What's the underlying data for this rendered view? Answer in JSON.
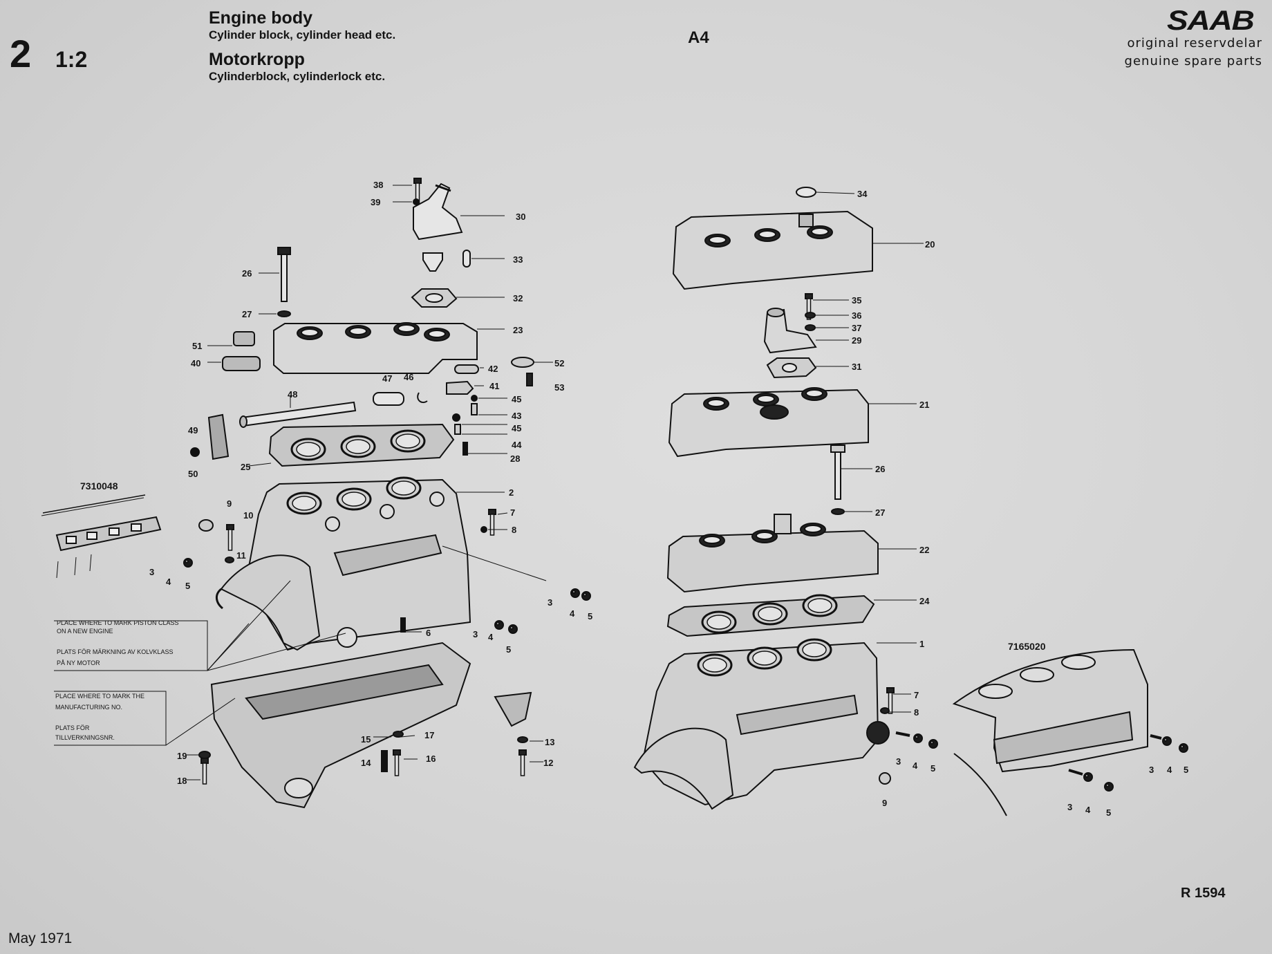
{
  "header": {
    "section_number": "2",
    "scale": "1:2",
    "title_en": "Engine body",
    "subtitle_en": "Cylinder block, cylinder head etc.",
    "title_sv": "Motorkropp",
    "subtitle_sv": "Cylinderblock, cylinderlock etc.",
    "page_code": "A4",
    "brand": "SAAB",
    "tagline_sv": "original reservdelar",
    "tagline_en": "genuine spare parts"
  },
  "diagram": {
    "part_numbers": [
      "7310048",
      "7165020"
    ],
    "notes": {
      "piston_class_en_1": "PLACE WHERE TO MARK PISTON CLASS",
      "piston_class_en_2": "ON A NEW ENGINE",
      "piston_class_sv_1": "PLATS FÖR MÄRKNING AV KOLVKLASS",
      "piston_class_sv_2": "PÅ NY MOTOR",
      "mfg_no_en_1": "PLACE WHERE TO MARK THE",
      "mfg_no_en_2": "MANUFACTURING NO.",
      "mfg_no_sv_1": "PLATS FÖR",
      "mfg_no_sv_2": "TILLVERKNINGSNR."
    },
    "labels_left": [
      "38",
      "39",
      "30",
      "33",
      "32",
      "26",
      "27",
      "23",
      "51",
      "40",
      "52",
      "42",
      "41",
      "53",
      "47",
      "46",
      "45",
      "43",
      "45",
      "44",
      "48",
      "49",
      "50",
      "28",
      "25",
      "2",
      "9",
      "10",
      "11",
      "7",
      "8",
      "3",
      "4",
      "5",
      "3",
      "4",
      "5",
      "3",
      "4",
      "5",
      "6",
      "15",
      "17",
      "14",
      "16",
      "13",
      "12",
      "19",
      "18"
    ],
    "labels_right": [
      "34",
      "20",
      "35",
      "36",
      "37",
      "29",
      "31",
      "21",
      "26",
      "27",
      "22",
      "24",
      "1",
      "7",
      "8",
      "3",
      "4",
      "5",
      "9",
      "3",
      "4",
      "5",
      "3",
      "4",
      "5"
    ]
  },
  "footer": {
    "date": "May 1971",
    "reference": "R 1594"
  }
}
